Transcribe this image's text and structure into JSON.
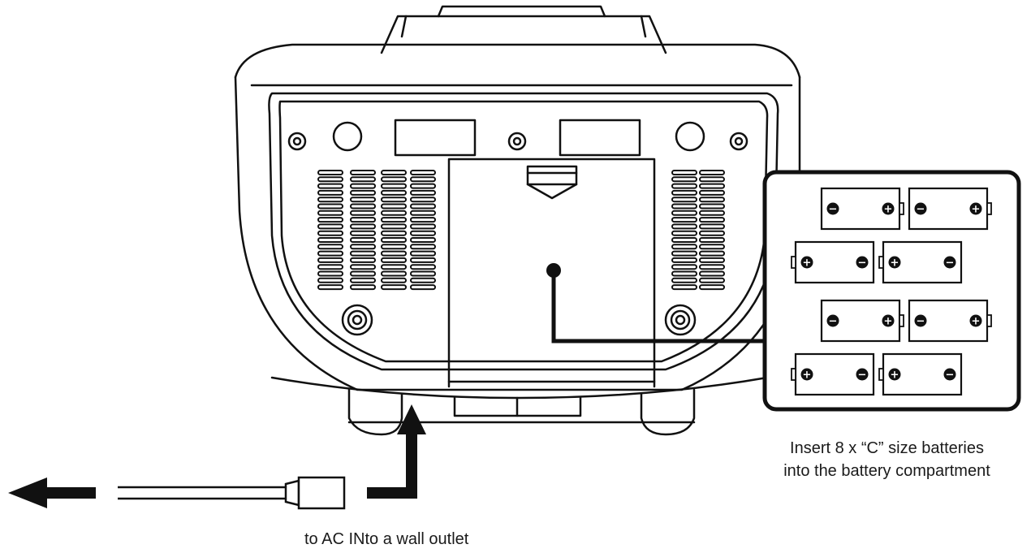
{
  "captions": {
    "battery_line_1": "Insert 8 x “C” size batteries",
    "battery_line_2": "into the battery compartment",
    "ac_power": "to AC INto a wall outlet"
  },
  "battery_symbols": {
    "plus": "+",
    "minus": "−"
  },
  "icons": {
    "power-arrow": "arrow-left-icon",
    "plug-direction": "arrow-up-icon",
    "battery": "battery-icon"
  },
  "colors": {
    "line": "#111111",
    "background": "#ffffff",
    "text": "#1a1a1a"
  }
}
